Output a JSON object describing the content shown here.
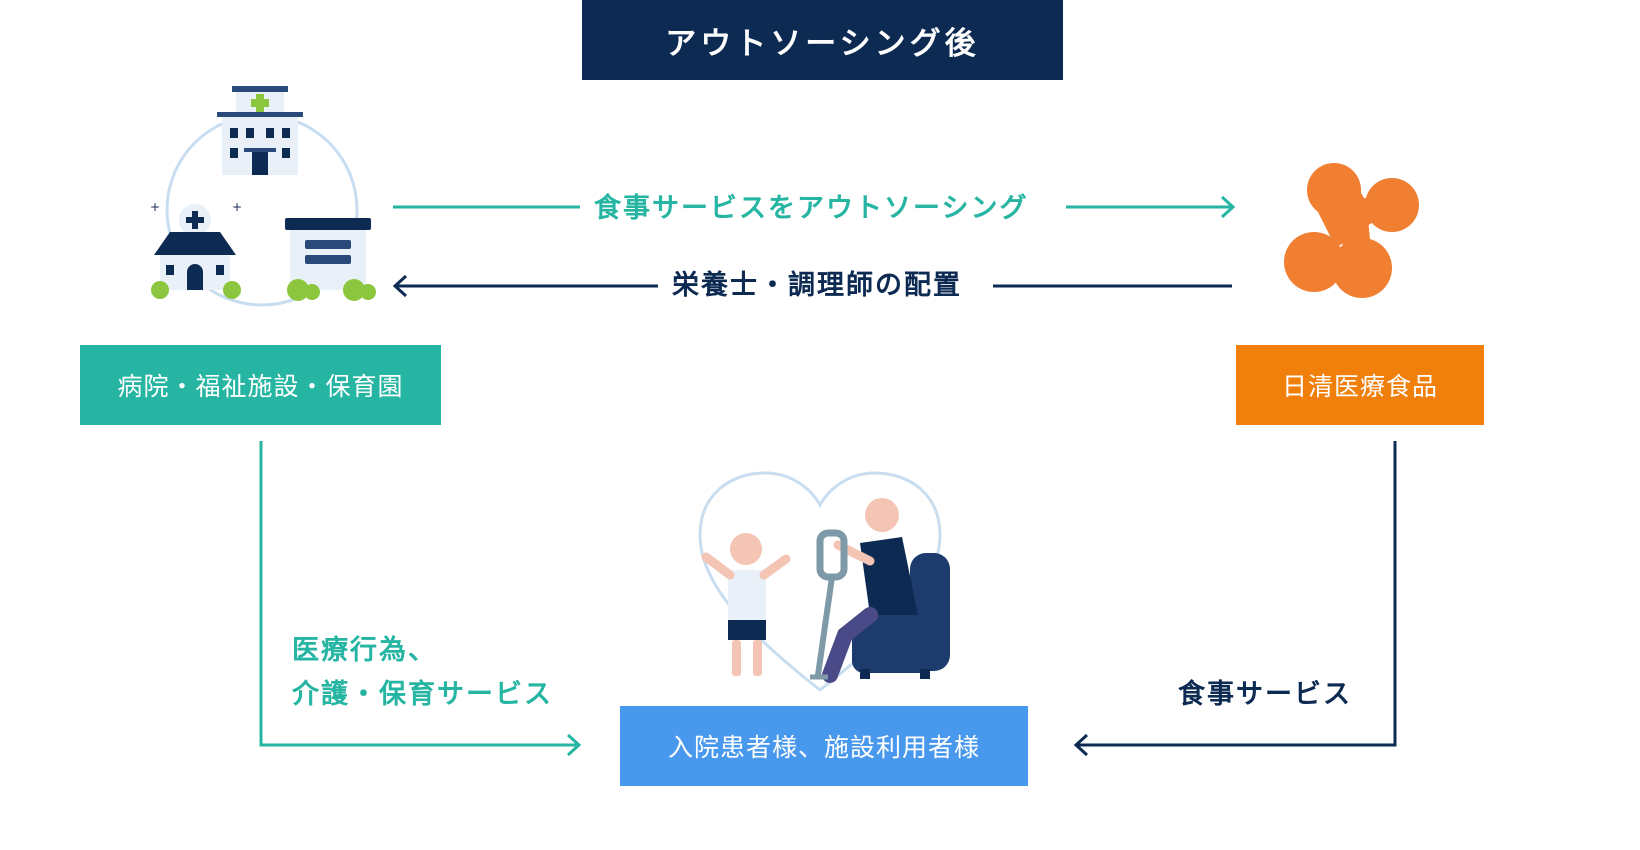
{
  "title": "アウトソーシング後",
  "nodes": {
    "hospital": "病院・福祉施設・保育園",
    "nisshin": "日清医療食品",
    "patients": "入院患者様、施設利用者様"
  },
  "edges": {
    "outsource": "食事サービスをアウトソーシング",
    "staff": "栄養士・調理師の配置",
    "medical_line1": "医療行為、",
    "medical_line2": "介護・保育サービス",
    "food": "食事サービス"
  },
  "colors": {
    "navy": "#0d2a52",
    "teal": "#26b5a2",
    "orange": "#f07f0c",
    "blue": "#4898ee",
    "logo_orange": "#f07f31",
    "light_blue": "#c8def0"
  },
  "icons": [
    "hospital-building-icon",
    "clinic-icon",
    "care-facility-icon",
    "nisshin-logo-icon",
    "heart-people-icon"
  ]
}
